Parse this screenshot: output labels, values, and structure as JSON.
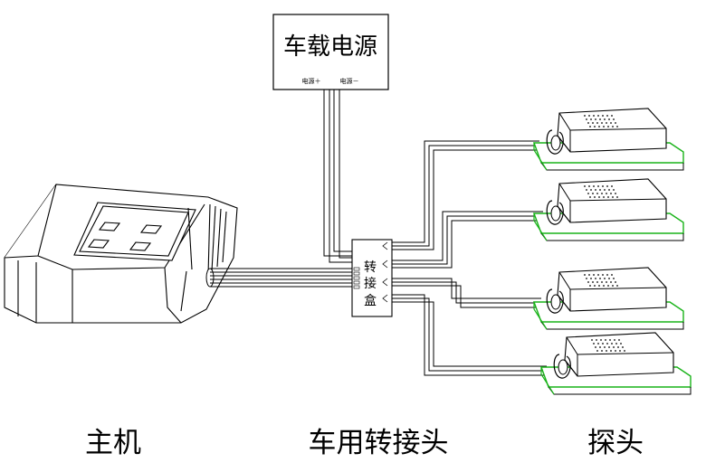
{
  "power": {
    "title": "车载电源",
    "pos_label": "电源＋",
    "neg_label": "电源－"
  },
  "junction": {
    "chars": [
      "转",
      "接",
      "盒"
    ]
  },
  "captions": {
    "host": "主机",
    "adapter": "车用转接头",
    "probe": "探头"
  },
  "colors": {
    "line": "#000000",
    "accent": "#19b319"
  }
}
